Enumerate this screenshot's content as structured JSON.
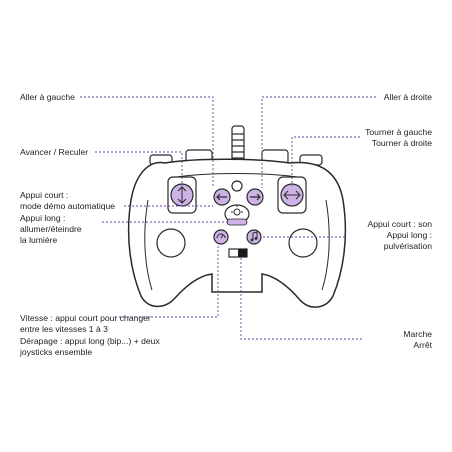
{
  "colors": {
    "accent": "#6a3fa0",
    "accent_light": "#cdb2e6",
    "outline": "#2a2a2a",
    "body_fill": "#ffffff"
  },
  "labels": {
    "aller_gauche": "Aller à gauche",
    "aller_droite": "Aller à droite",
    "avancer_reculer": "Avancer / Reculer",
    "tourner": [
      "Tourner à gauche",
      "Tourner à droite"
    ],
    "appui_court_demo": [
      "Appui court :",
      "mode démo automatique"
    ],
    "appui_long_lumiere": [
      "Appui long :",
      "allumer/éteindre",
      "la lumière"
    ],
    "appui_son": [
      "Appui court : son",
      "Appui long :",
      "pulvérisation"
    ],
    "vitesse": [
      "Vitesse : appui court pour changer",
      "entre les vitesses 1 à 3"
    ],
    "derapage": [
      "Dérapage : appui long (bip...) + deux",
      "joysticks ensemble"
    ],
    "marche_arret": [
      "Marche",
      "Arrêt"
    ]
  },
  "icons": [
    "arrow-left-icon",
    "arrow-right-icon",
    "light-icon",
    "music-note-icon",
    "speed-icon",
    "power-switch-icon"
  ]
}
